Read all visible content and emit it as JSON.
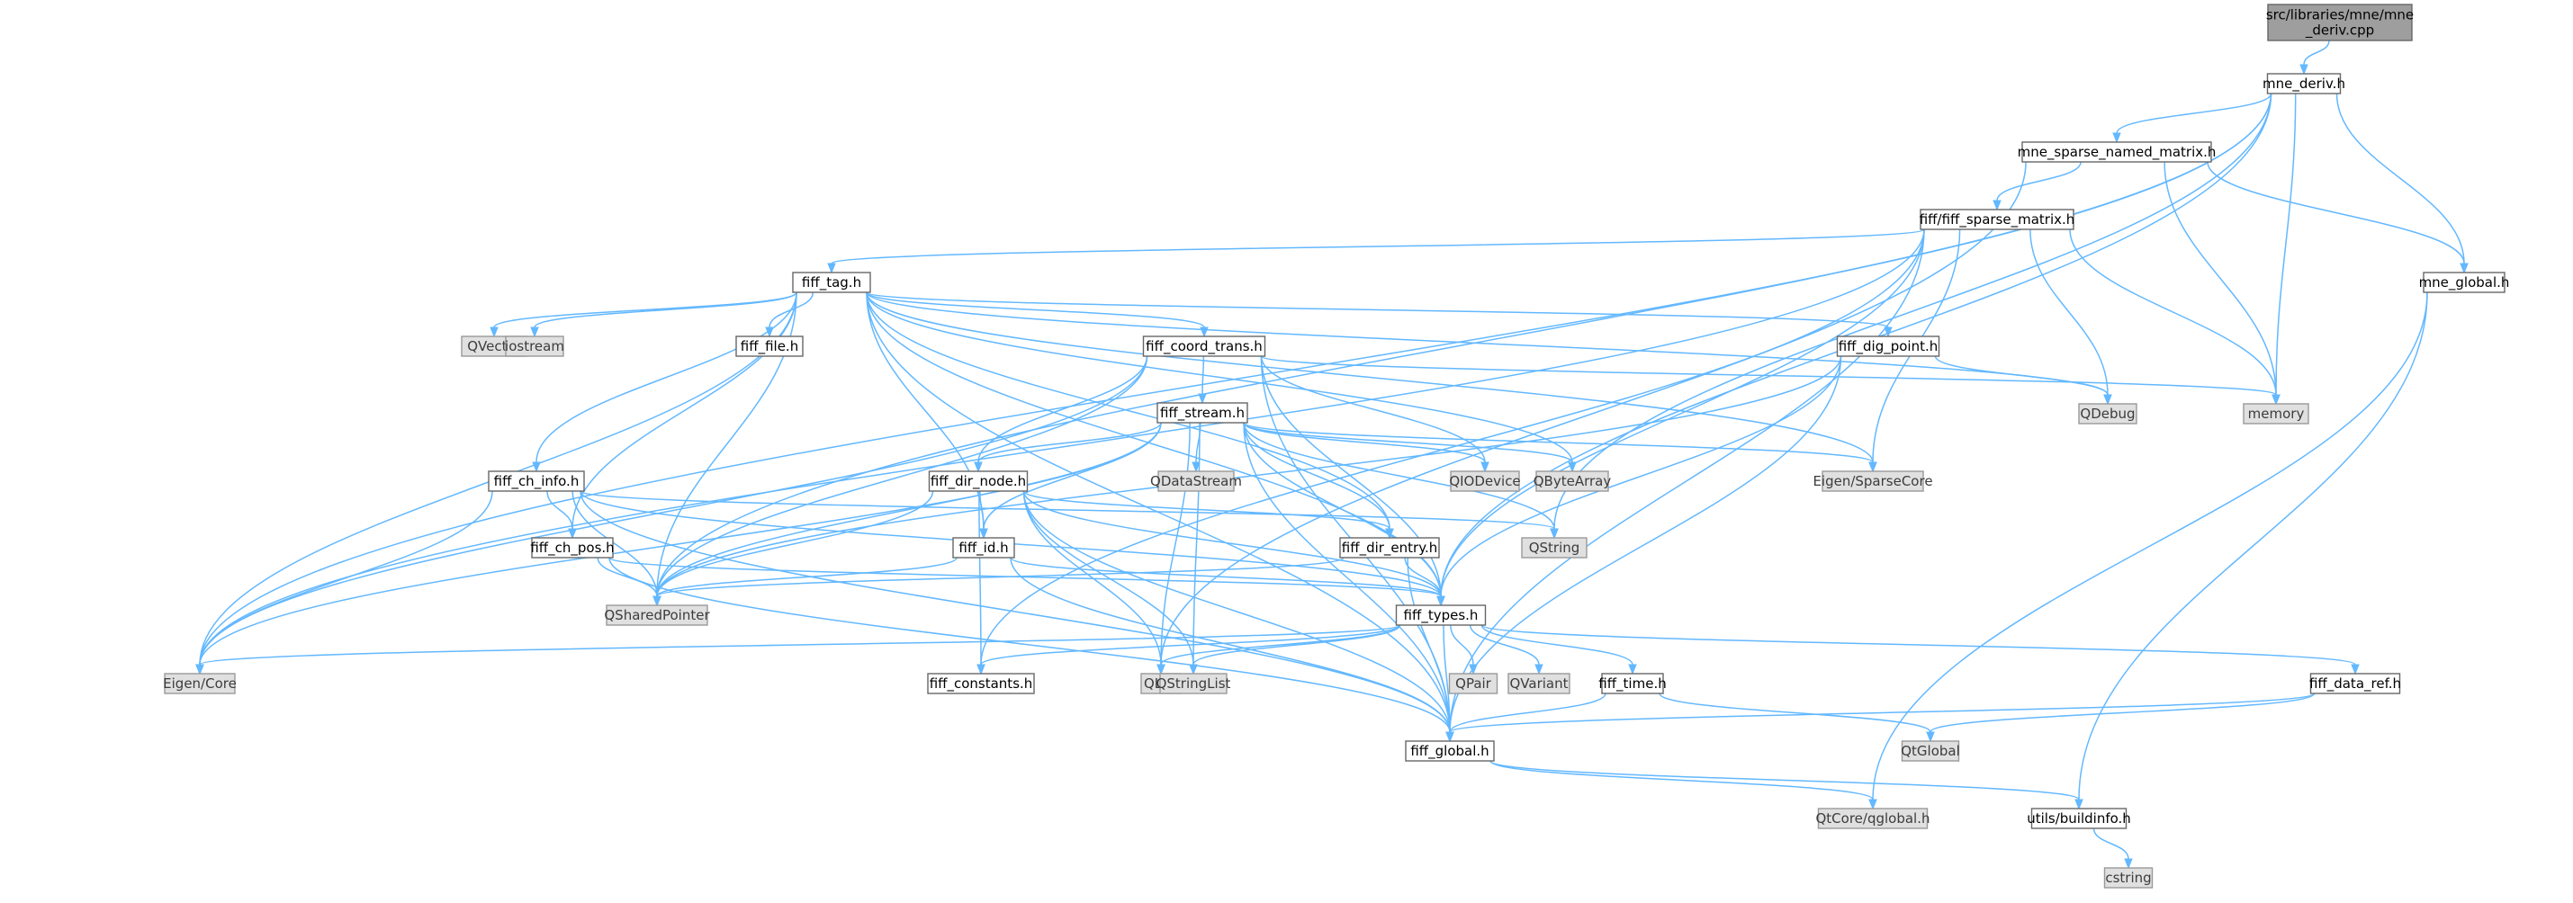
{
  "graph": {
    "nodes": [
      {
        "id": "root",
        "label": "src/libraries/mne/mne\n_deriv.cpp",
        "style": "root"
      },
      {
        "id": "mne_deriv",
        "label": "mne_deriv.h",
        "style": "plain"
      },
      {
        "id": "mne_sparse",
        "label": "mne_sparse_named_matrix.h",
        "style": "plain"
      },
      {
        "id": "fiff_sparse",
        "label": "fiff/fiff_sparse_matrix.h",
        "style": "plain"
      },
      {
        "id": "mne_global",
        "label": "mne_global.h",
        "style": "plain"
      },
      {
        "id": "fiff_tag",
        "label": "fiff_tag.h",
        "style": "plain"
      },
      {
        "id": "qvector",
        "label": "QVector",
        "style": "gray"
      },
      {
        "id": "iostream",
        "label": "iostream",
        "style": "gray"
      },
      {
        "id": "fiff_file",
        "label": "fiff_file.h",
        "style": "plain"
      },
      {
        "id": "fiff_coord",
        "label": "fiff_coord_trans.h",
        "style": "plain"
      },
      {
        "id": "fiff_dig",
        "label": "fiff_dig_point.h",
        "style": "plain"
      },
      {
        "id": "memory",
        "label": "memory",
        "style": "gray"
      },
      {
        "id": "qdebug",
        "label": "QDebug",
        "style": "gray"
      },
      {
        "id": "fiff_stream",
        "label": "fiff_stream.h",
        "style": "plain"
      },
      {
        "id": "fiff_ch_info",
        "label": "fiff_ch_info.h",
        "style": "plain"
      },
      {
        "id": "fiff_dir_node",
        "label": "fiff_dir_node.h",
        "style": "plain"
      },
      {
        "id": "qdatastream",
        "label": "QDataStream",
        "style": "gray"
      },
      {
        "id": "qiodevice",
        "label": "QIODevice",
        "style": "gray"
      },
      {
        "id": "qbytearray",
        "label": "QByteArray",
        "style": "gray"
      },
      {
        "id": "eigen_sparse",
        "label": "Eigen/SparseCore",
        "style": "gray"
      },
      {
        "id": "fiff_ch_pos",
        "label": "fiff_ch_pos.h",
        "style": "plain"
      },
      {
        "id": "fiff_id",
        "label": "fiff_id.h",
        "style": "plain"
      },
      {
        "id": "qstring",
        "label": "QString",
        "style": "gray"
      },
      {
        "id": "fiff_dir_entry",
        "label": "fiff_dir_entry.h",
        "style": "plain"
      },
      {
        "id": "qshared",
        "label": "QSharedPointer",
        "style": "gray"
      },
      {
        "id": "fiff_types",
        "label": "fiff_types.h",
        "style": "plain"
      },
      {
        "id": "eigen_core",
        "label": "Eigen/Core",
        "style": "gray"
      },
      {
        "id": "fiff_constants",
        "label": "fiff_constants.h",
        "style": "plain"
      },
      {
        "id": "qlist",
        "label": "QList",
        "style": "gray"
      },
      {
        "id": "qstringlist",
        "label": "QStringList",
        "style": "gray"
      },
      {
        "id": "qpair",
        "label": "QPair",
        "style": "gray"
      },
      {
        "id": "qvariant",
        "label": "QVariant",
        "style": "gray"
      },
      {
        "id": "fiff_time",
        "label": "fiff_time.h",
        "style": "plain"
      },
      {
        "id": "fiff_data_ref",
        "label": "fiff_data_ref.h",
        "style": "plain"
      },
      {
        "id": "fiff_global",
        "label": "fiff_global.h",
        "style": "plain"
      },
      {
        "id": "qtglobal",
        "label": "QtGlobal",
        "style": "gray"
      },
      {
        "id": "qtcore_qglobal",
        "label": "QtCore/qglobal.h",
        "style": "gray"
      },
      {
        "id": "utils_buildinfo",
        "label": "utils/buildinfo.h",
        "style": "plain"
      },
      {
        "id": "cstring",
        "label": "cstring",
        "style": "gray"
      }
    ],
    "edges": [
      [
        "root",
        "mne_deriv"
      ],
      [
        "mne_deriv",
        "mne_sparse"
      ],
      [
        "mne_deriv",
        "mne_global"
      ],
      [
        "mne_deriv",
        "memory"
      ],
      [
        "mne_deriv",
        "qstring"
      ],
      [
        "mne_deriv",
        "fiff_types"
      ],
      [
        "mne_deriv",
        "qshared"
      ],
      [
        "mne_deriv",
        "eigen_core"
      ],
      [
        "mne_sparse",
        "fiff_sparse"
      ],
      [
        "mne_sparse",
        "mne_global"
      ],
      [
        "mne_sparse",
        "memory"
      ],
      [
        "mne_sparse",
        "qlist"
      ],
      [
        "fiff_sparse",
        "fiff_tag"
      ],
      [
        "fiff_sparse",
        "fiff_types"
      ],
      [
        "fiff_sparse",
        "memory"
      ],
      [
        "fiff_sparse",
        "qdebug"
      ],
      [
        "fiff_sparse",
        "eigen_sparse"
      ],
      [
        "fiff_sparse",
        "eigen_core"
      ],
      [
        "fiff_sparse",
        "fiff_global"
      ],
      [
        "fiff_sparse",
        "fiff_constants"
      ],
      [
        "mne_global",
        "qtcore_qglobal"
      ],
      [
        "mne_global",
        "utils_buildinfo"
      ],
      [
        "fiff_tag",
        "qvector"
      ],
      [
        "fiff_tag",
        "iostream"
      ],
      [
        "fiff_tag",
        "fiff_file"
      ],
      [
        "fiff_tag",
        "fiff_coord"
      ],
      [
        "fiff_tag",
        "fiff_dig"
      ],
      [
        "fiff_tag",
        "fiff_ch_info"
      ],
      [
        "fiff_tag",
        "fiff_ch_pos"
      ],
      [
        "fiff_tag",
        "fiff_id"
      ],
      [
        "fiff_tag",
        "fiff_dir_entry"
      ],
      [
        "fiff_tag",
        "qshared"
      ],
      [
        "fiff_tag",
        "eigen_core"
      ],
      [
        "fiff_tag",
        "eigen_sparse"
      ],
      [
        "fiff_tag",
        "qbytearray"
      ],
      [
        "fiff_tag",
        "qdebug"
      ],
      [
        "fiff_tag",
        "fiff_types"
      ],
      [
        "fiff_tag",
        "fiff_global"
      ],
      [
        "fiff_coord",
        "fiff_stream"
      ],
      [
        "fiff_coord",
        "fiff_dir_node"
      ],
      [
        "fiff_coord",
        "memory"
      ],
      [
        "fiff_coord",
        "qiodevice"
      ],
      [
        "fiff_coord",
        "qshared"
      ],
      [
        "fiff_coord",
        "eigen_core"
      ],
      [
        "fiff_coord",
        "fiff_types"
      ],
      [
        "fiff_coord",
        "fiff_global"
      ],
      [
        "fiff_dig",
        "qdebug"
      ],
      [
        "fiff_dig",
        "fiff_types"
      ],
      [
        "fiff_dig",
        "qshared"
      ],
      [
        "fiff_dig",
        "fiff_global"
      ],
      [
        "fiff_stream",
        "fiff_dir_node"
      ],
      [
        "fiff_stream",
        "qdatastream"
      ],
      [
        "fiff_stream",
        "qiodevice"
      ],
      [
        "fiff_stream",
        "qbytearray"
      ],
      [
        "fiff_stream",
        "eigen_sparse"
      ],
      [
        "fiff_stream",
        "qstring"
      ],
      [
        "fiff_stream",
        "fiff_dir_entry"
      ],
      [
        "fiff_stream",
        "fiff_id"
      ],
      [
        "fiff_stream",
        "fiff_types"
      ],
      [
        "fiff_stream",
        "qshared"
      ],
      [
        "fiff_stream",
        "eigen_core"
      ],
      [
        "fiff_stream",
        "qlist"
      ],
      [
        "fiff_stream",
        "qstringlist"
      ],
      [
        "fiff_stream",
        "fiff_global"
      ],
      [
        "fiff_dir_node",
        "fiff_id"
      ],
      [
        "fiff_dir_node",
        "fiff_dir_entry"
      ],
      [
        "fiff_dir_node",
        "fiff_types"
      ],
      [
        "fiff_dir_node",
        "qshared"
      ],
      [
        "fiff_dir_node",
        "qlist"
      ],
      [
        "fiff_dir_node",
        "qstringlist"
      ],
      [
        "fiff_dir_node",
        "fiff_constants"
      ],
      [
        "fiff_dir_node",
        "fiff_global"
      ],
      [
        "fiff_ch_info",
        "fiff_ch_pos"
      ],
      [
        "fiff_ch_info",
        "qstring"
      ],
      [
        "fiff_ch_info",
        "fiff_types"
      ],
      [
        "fiff_ch_info",
        "qshared"
      ],
      [
        "fiff_ch_info",
        "eigen_core"
      ],
      [
        "fiff_ch_info",
        "fiff_global"
      ],
      [
        "fiff_ch_pos",
        "fiff_types"
      ],
      [
        "fiff_ch_pos",
        "qshared"
      ],
      [
        "fiff_ch_pos",
        "fiff_global"
      ],
      [
        "fiff_id",
        "fiff_types"
      ],
      [
        "fiff_id",
        "qshared"
      ],
      [
        "fiff_id",
        "fiff_global"
      ],
      [
        "fiff_dir_entry",
        "fiff_types"
      ],
      [
        "fiff_dir_entry",
        "qshared"
      ],
      [
        "fiff_dir_entry",
        "fiff_global"
      ],
      [
        "fiff_types",
        "eigen_core"
      ],
      [
        "fiff_types",
        "fiff_constants"
      ],
      [
        "fiff_types",
        "qlist"
      ],
      [
        "fiff_types",
        "qstringlist"
      ],
      [
        "fiff_types",
        "qpair"
      ],
      [
        "fiff_types",
        "qvariant"
      ],
      [
        "fiff_types",
        "fiff_time"
      ],
      [
        "fiff_types",
        "fiff_data_ref"
      ],
      [
        "fiff_types",
        "fiff_global"
      ],
      [
        "fiff_time",
        "fiff_global"
      ],
      [
        "fiff_time",
        "qtglobal"
      ],
      [
        "fiff_data_ref",
        "fiff_global"
      ],
      [
        "fiff_data_ref",
        "qtglobal"
      ],
      [
        "fiff_global",
        "qtcore_qglobal"
      ],
      [
        "fiff_global",
        "utils_buildinfo"
      ],
      [
        "utils_buildinfo",
        "cstring"
      ]
    ]
  },
  "colors": {
    "edge": "#63b8ff",
    "node_border": "#666666",
    "node_fill": "#ffffff",
    "external_fill": "#e0e0e0",
    "root_fill": "#9e9e9e"
  }
}
